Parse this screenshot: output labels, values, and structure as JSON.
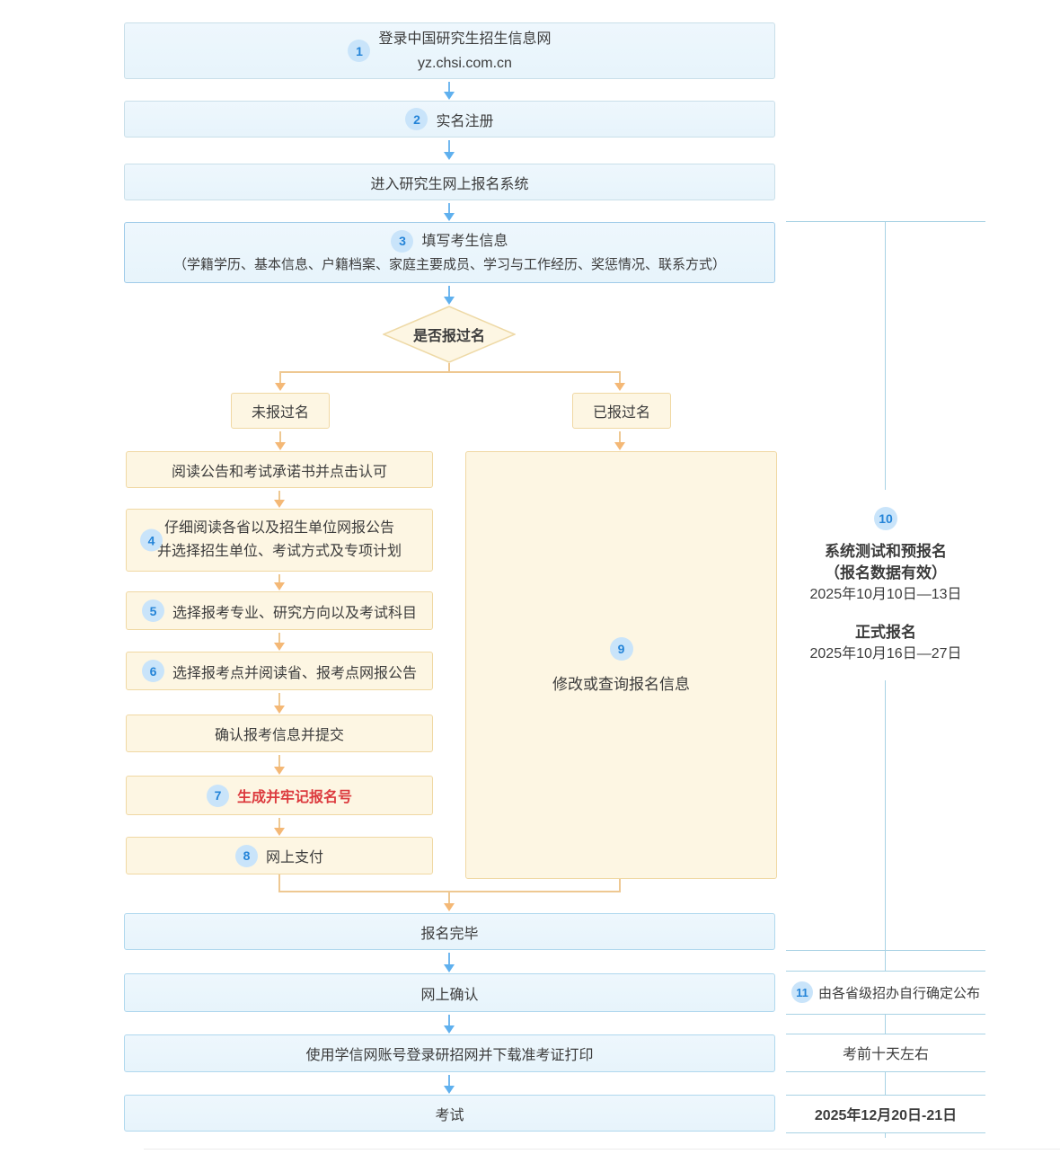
{
  "top_boxes": {
    "box1": {
      "num": "1",
      "line1": "登录中国研究生招生信息网",
      "line2": "yz.chsi.com.cn"
    },
    "box2": {
      "num": "2",
      "text": "实名注册"
    },
    "box3": {
      "text": "进入研究生网上报名系统"
    },
    "box4": {
      "num": "3",
      "title": "填写考生信息",
      "detail": "（学籍学历、基本信息、户籍档案、家庭主要成员、学习与工作经历、奖惩情况、联系方式）"
    }
  },
  "decision": {
    "text": "是否报过名",
    "branch_left": "未报过名",
    "branch_right": "已报过名"
  },
  "left_steps": {
    "s1": {
      "text": "阅读公告和考试承诺书并点击认可"
    },
    "s2": {
      "num": "4",
      "line1": "仔细阅读各省以及招生单位网报公告",
      "line2": "并选择招生单位、考试方式及专项计划"
    },
    "s3": {
      "num": "5",
      "text": "选择报考专业、研究方向以及考试科目"
    },
    "s4": {
      "num": "6",
      "text": "选择报考点并阅读省、报考点网报公告"
    },
    "s5": {
      "text": "确认报考信息并提交"
    },
    "s6": {
      "num": "7",
      "text": "生成并牢记报名号"
    },
    "s7": {
      "num": "8",
      "text": "网上支付"
    }
  },
  "modify_box": {
    "num": "9",
    "text": "修改或查询报名信息"
  },
  "bottom_boxes": {
    "b1": {
      "text": "报名完毕"
    },
    "b2": {
      "text": "网上确认"
    },
    "b3": {
      "text": "使用学信网账号登录研招网并下载准考证打印"
    },
    "b4": {
      "text": "考试"
    }
  },
  "sidebar": {
    "num10": "10",
    "test_title": "系统测试和预报名",
    "test_note": "（报名数据有效）",
    "test_date": "2025年10月10日—13日",
    "formal_title": "正式报名",
    "formal_date": "2025年10月16日—27日",
    "num11": "11",
    "row11_text": "由各省级招办自行确定公布",
    "row12_text": "考前十天左右",
    "row13_text": "2025年12月20日-21日"
  },
  "colors": {
    "blue_accent": "#2484d8",
    "blue_arrow": "#72b8ef",
    "orange_line": "#eec892",
    "orange_box_border": "#f0d8a3",
    "orange_box_fill": "#fdf6e3",
    "blue_box_fill": "#ebf6fc",
    "red_text": "#dc3a3e"
  }
}
